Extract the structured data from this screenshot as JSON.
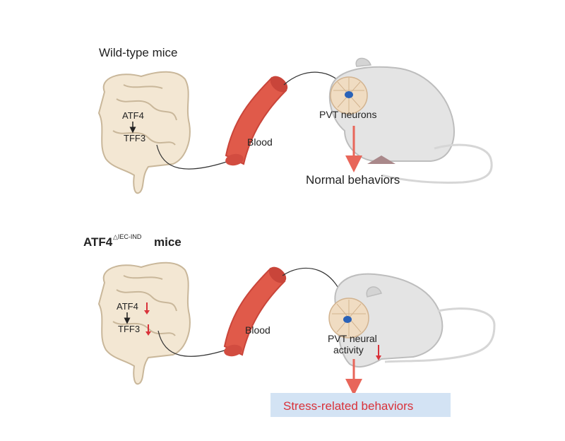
{
  "panels": [
    {
      "title": "Wild-type mice",
      "gut_gene_top": "ATF4",
      "gut_gene_bottom": "TFF3",
      "vessel_label": "Blood",
      "brain_label": "PVT neurons",
      "outcome": "Normal behaviors"
    },
    {
      "title_main": "ATF4",
      "title_superscript": "△IEC-IND",
      "title_suffix": " mice",
      "gut_gene_top": "ATF4",
      "gut_gene_bottom": "TFF3",
      "vessel_label": "Blood",
      "brain_label_line1": "PVT neural",
      "brain_label_line2": "activity",
      "outcome": "Stress-related behaviors"
    }
  ],
  "colors": {
    "vessel": "#e05a4a",
    "vessel_dark": "#c9453a",
    "arrow": "#e8665a",
    "down_arrow": "#d9323a",
    "gut_fill": "#f3e7d3",
    "gut_stroke": "#c9b79a",
    "mouse_body": "#e4e4e4",
    "mouse_shade": "#bdbdbd",
    "brain": "#f0dcc2",
    "outcome_box": "#d3e3f4",
    "outcome_text_stress": "#d9323a"
  },
  "icons": [
    "intestine-icon",
    "blood-vessel-icon",
    "mouse-icon",
    "brain-icon"
  ]
}
